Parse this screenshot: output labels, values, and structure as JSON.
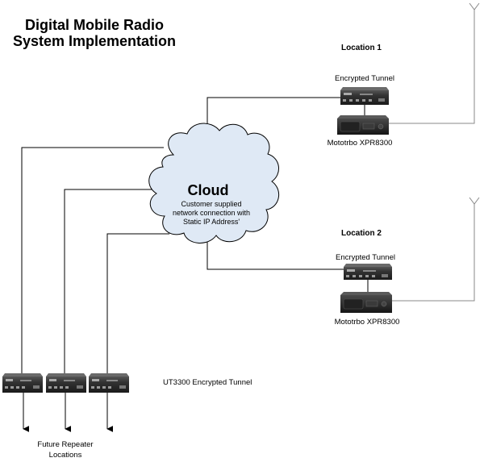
{
  "title": {
    "line1": "Digital Mobile Radio",
    "line2": "System Implementation"
  },
  "locations": [
    {
      "label": "Location 1",
      "tunnel_label": "Encrypted Tunnel",
      "repeater_label": "Mototrbo XPR8300"
    },
    {
      "label": "Location 2",
      "tunnel_label": "Encrypted Tunnel",
      "repeater_label": "Mototrbo XPR8300"
    }
  ],
  "cloud": {
    "title": "Cloud",
    "line1": "Customer supplied",
    "line2": "network connection with",
    "line3": "Static IP Address'"
  },
  "tunnels_group": {
    "label": "UT3300 Encrypted Tunnel"
  },
  "future": {
    "line1": "Future Repeater",
    "line2": "Locations"
  },
  "colors": {
    "cloud_fill": "#dfe9f5",
    "device_body": "#2b2b2b",
    "antenna_line": "#888888"
  }
}
